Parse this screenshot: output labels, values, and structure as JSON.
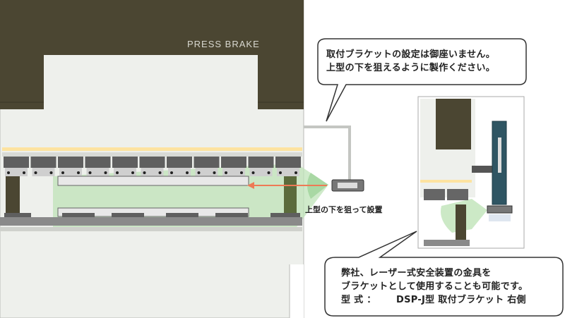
{
  "machine": {
    "label": "PRESS BRAKE"
  },
  "arrow_label": "上型の下を狙って設置",
  "callout_top": {
    "lines": [
      "取付ブラケットの設定は御座いません。",
      "上型の下を狙えるように製作ください。"
    ]
  },
  "callout_bottom": {
    "lines": [
      "弊社、レーザー式安全装置の金具を",
      "ブラケットとして使用することも可能です。"
    ],
    "model_label": "型 式 ：",
    "model_value": "DSP-J型 取付ブラケット 右側"
  },
  "colors": {
    "frame": "#4b4632",
    "body": "#eef0ec",
    "stripe": "#fde3a0",
    "zone": "#bfe3b8",
    "arrow": "#ee7a55",
    "sensor": "#2f5563"
  }
}
